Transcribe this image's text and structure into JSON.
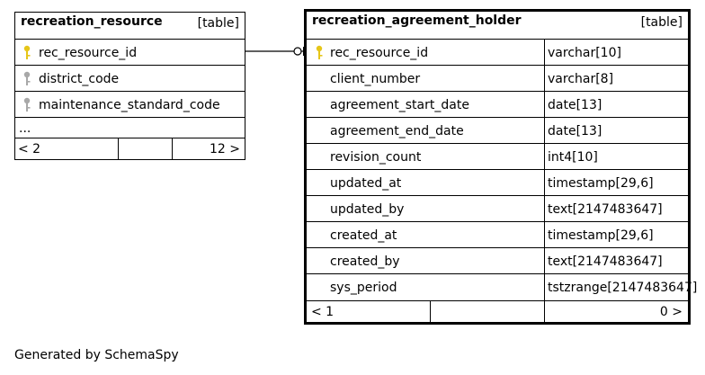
{
  "tables": [
    {
      "name": "recreation_resource",
      "kind": "[table]",
      "columns": [
        {
          "name": "rec_resource_id",
          "key": "primary"
        },
        {
          "name": "district_code",
          "key": "foreign"
        },
        {
          "name": "maintenance_standard_code",
          "key": "foreign"
        }
      ],
      "ellipsis": "...",
      "footer": {
        "left": "< 2",
        "right": "12 >"
      }
    },
    {
      "name": "recreation_agreement_holder",
      "kind": "[table]",
      "columns": [
        {
          "name": "rec_resource_id",
          "type": "varchar[10]",
          "key": "primary"
        },
        {
          "name": "client_number",
          "type": "varchar[8]"
        },
        {
          "name": "agreement_start_date",
          "type": "date[13]"
        },
        {
          "name": "agreement_end_date",
          "type": "date[13]"
        },
        {
          "name": "revision_count",
          "type": "int4[10]"
        },
        {
          "name": "updated_at",
          "type": "timestamp[29,6]"
        },
        {
          "name": "updated_by",
          "type": "text[2147483647]"
        },
        {
          "name": "created_at",
          "type": "timestamp[29,6]"
        },
        {
          "name": "created_by",
          "type": "text[2147483647]"
        },
        {
          "name": "sys_period",
          "type": "tstzrange[2147483647]"
        }
      ],
      "footer": {
        "left": "< 1",
        "right": "0 >"
      }
    }
  ],
  "colors": {
    "primary_key": "#e6c619",
    "foreign_key": "#a8a8a8",
    "line": "#000000"
  },
  "generated_by": "Generated by SchemaSpy"
}
